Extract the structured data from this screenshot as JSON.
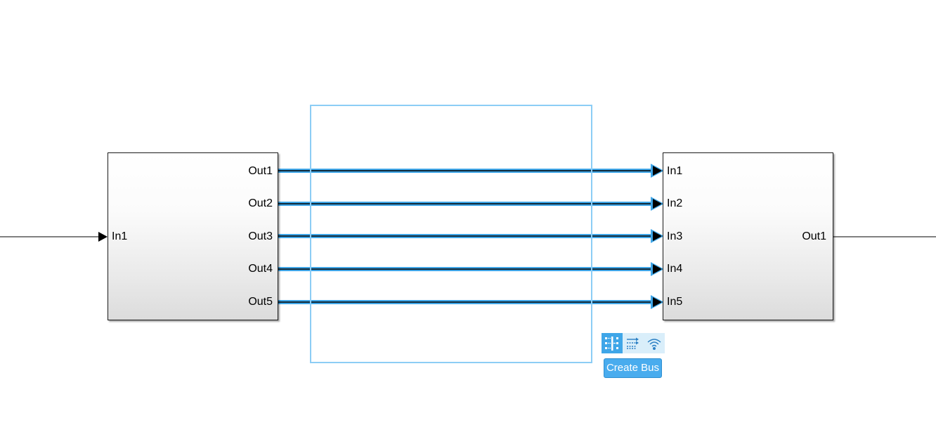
{
  "diagram": {
    "left_block": {
      "inputs": [
        "In1"
      ],
      "outputs": [
        "Out1",
        "Out2",
        "Out3",
        "Out4",
        "Out5"
      ]
    },
    "right_block": {
      "inputs": [
        "In1",
        "In2",
        "In3",
        "In4",
        "In5"
      ],
      "outputs": [
        "Out1"
      ]
    },
    "selected_signal_count": 5
  },
  "action_bar": {
    "buttons": [
      {
        "icon": "create-bus-icon",
        "active": true
      },
      {
        "icon": "bus-lines-icon",
        "active": false
      },
      {
        "icon": "wireless-goto-icon",
        "active": false
      }
    ],
    "tooltip": "Create Bus"
  },
  "colors": {
    "selection": "#8ccdf5",
    "signal_highlight": "#3fa6e8",
    "signal_line": "#000000",
    "action_active": "#3fa6e8",
    "tooltip_bg": "#49acee"
  }
}
